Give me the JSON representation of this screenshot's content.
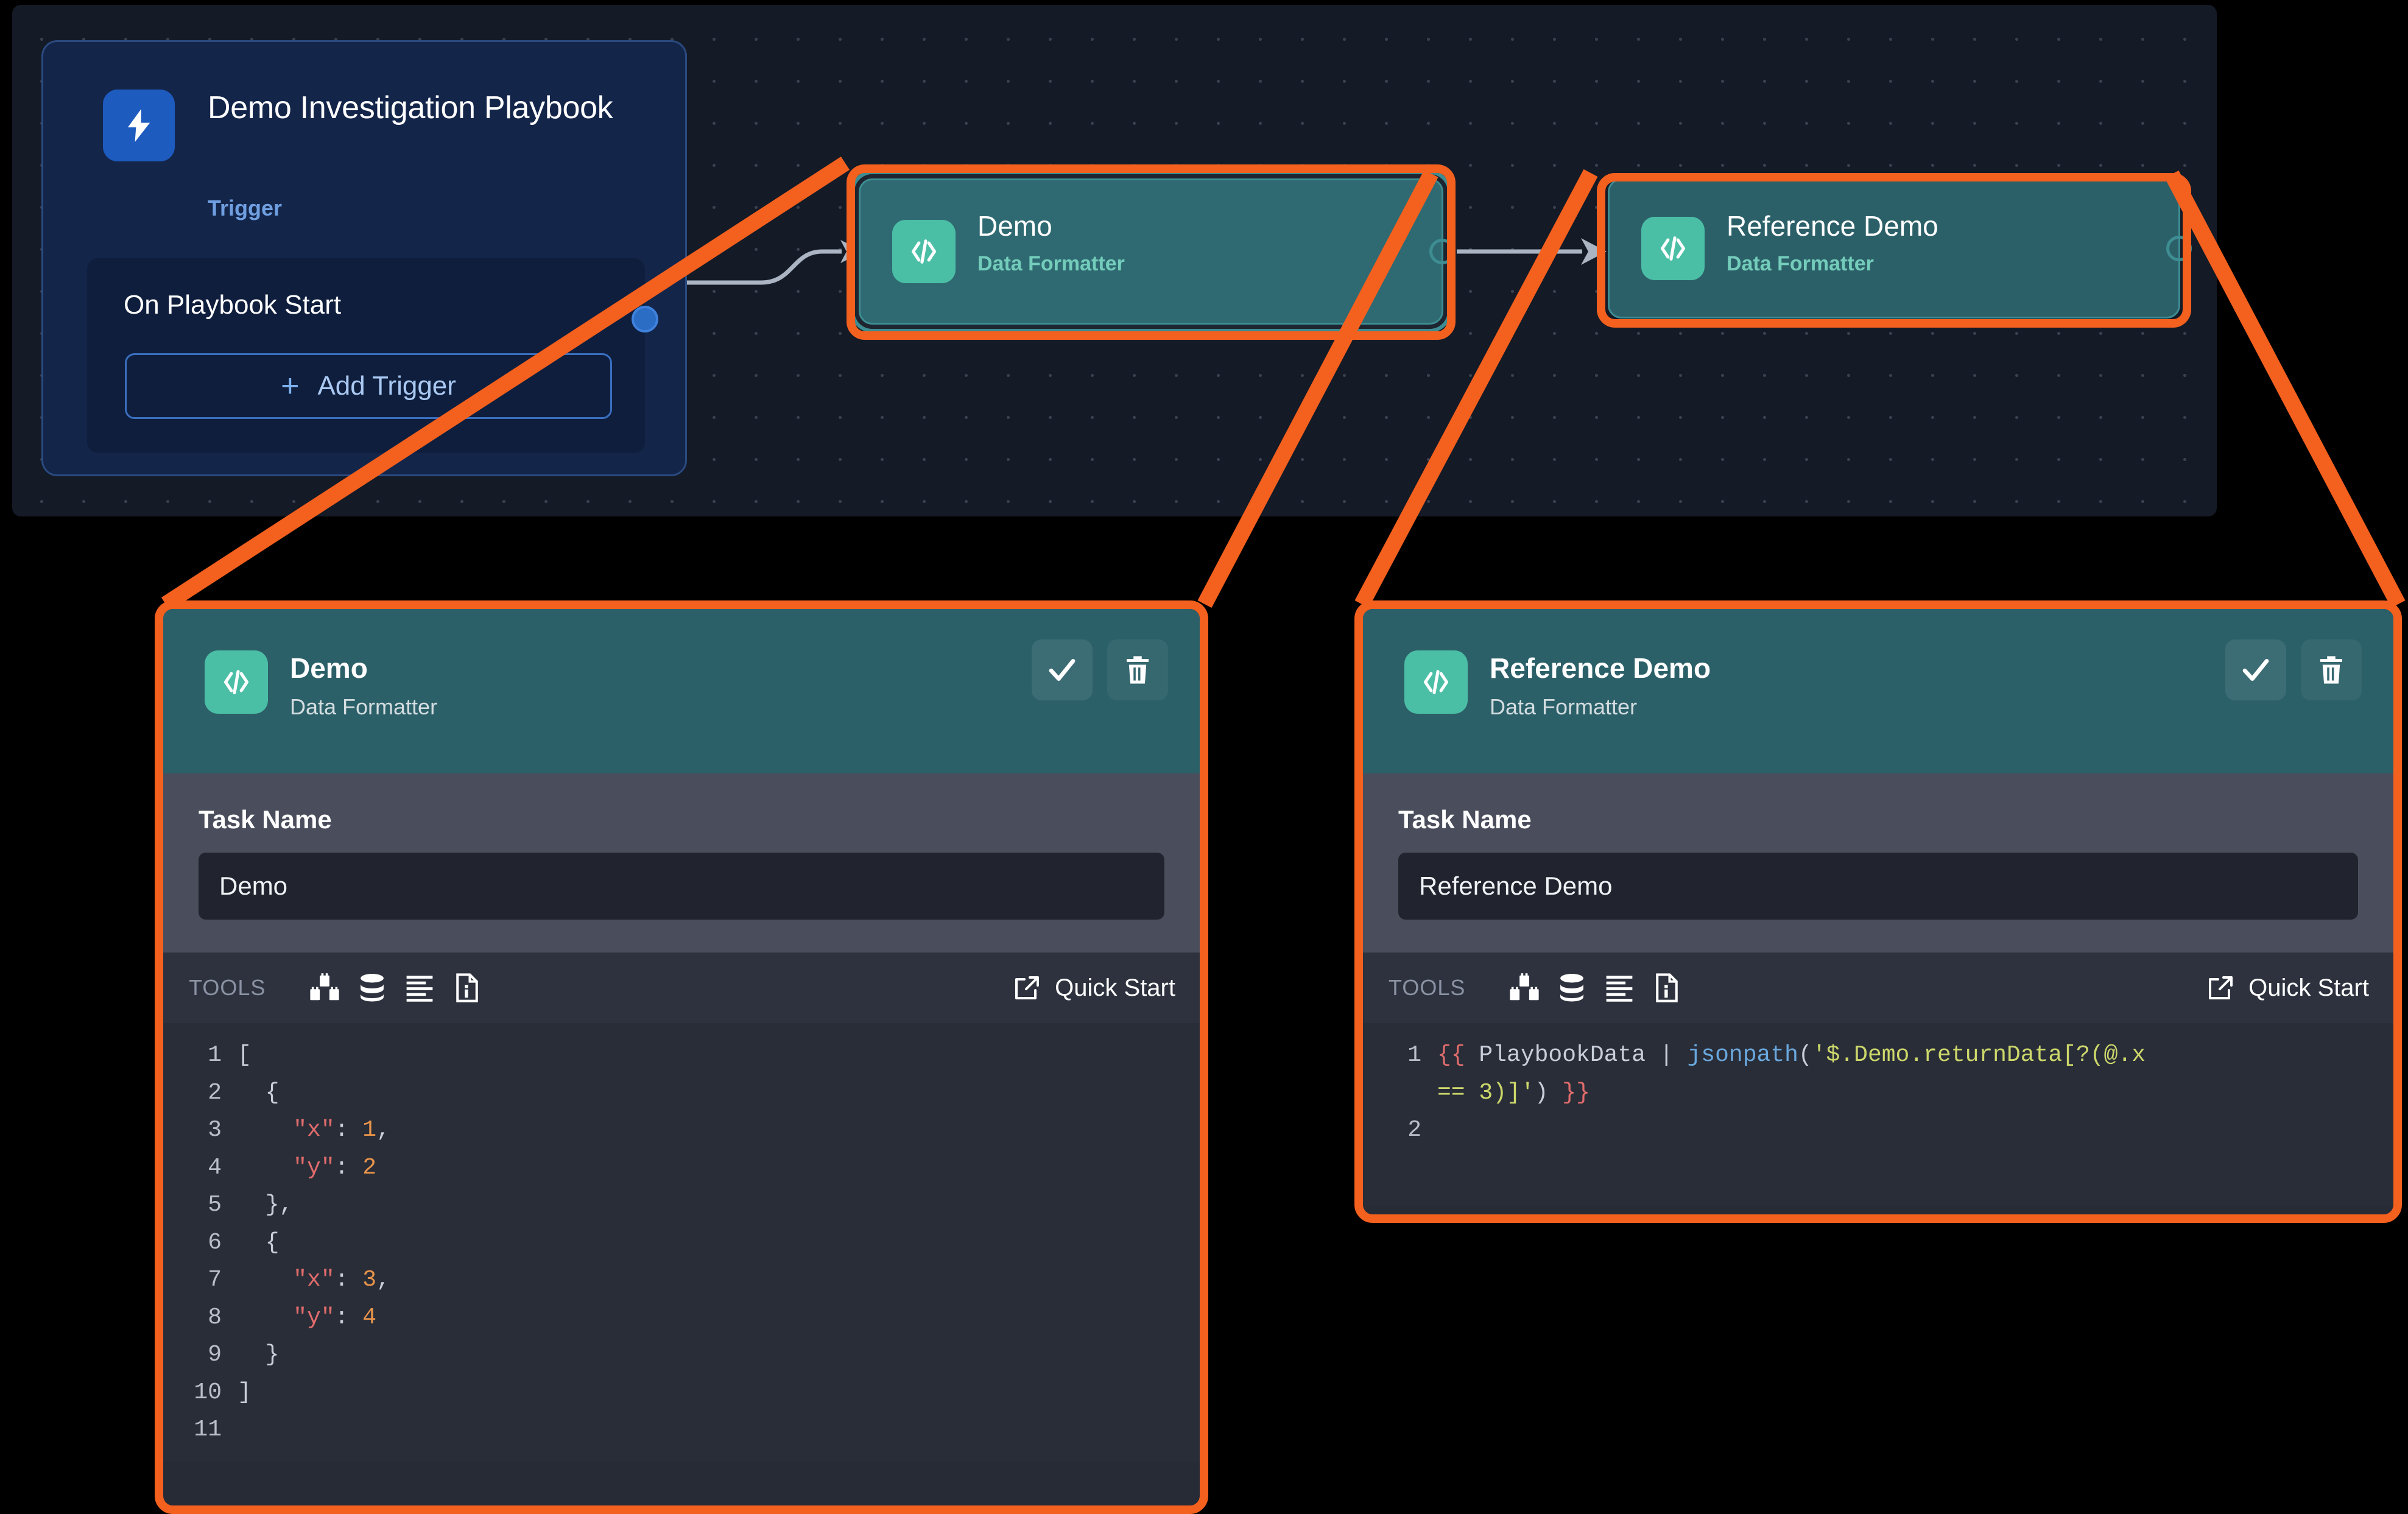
{
  "canvas": {
    "trigger_card": {
      "title": "Demo Investigation Playbook",
      "subtitle": "Trigger",
      "icon": "lightning-bolt-icon",
      "event_label": "On Playbook Start",
      "add_trigger_label": "Add Trigger",
      "add_trigger_plus": "+"
    },
    "nodes": [
      {
        "title": "Demo",
        "subtitle": "Data Formatter",
        "icon": "code-brackets-icon",
        "selected": true
      },
      {
        "title": "Reference Demo",
        "subtitle": "Data Formatter",
        "icon": "code-brackets-icon",
        "selected": false
      }
    ]
  },
  "panels": [
    {
      "header": {
        "title": "Demo",
        "subtitle": "Data Formatter",
        "icon": "code-brackets-icon",
        "save_icon": "checkmark-icon",
        "delete_icon": "trash-icon"
      },
      "form": {
        "label": "Task Name",
        "value": "Demo",
        "placeholder": "Task Name"
      },
      "tools": {
        "label": "TOOLS",
        "icons": [
          "blocks-icon",
          "database-icon",
          "align-left-icon",
          "document-info-icon"
        ],
        "quick_start_label": "Quick Start",
        "quick_start_icon": "external-link-icon"
      },
      "code": {
        "language": "json",
        "lines": [
          {
            "n": "1",
            "text": "["
          },
          {
            "n": "2",
            "text": "  {"
          },
          {
            "n": "3",
            "text": "    \"x\": 1,"
          },
          {
            "n": "4",
            "text": "    \"y\": 2"
          },
          {
            "n": "5",
            "text": "  },"
          },
          {
            "n": "6",
            "text": "  {"
          },
          {
            "n": "7",
            "text": "    \"x\": 3,"
          },
          {
            "n": "8",
            "text": "    \"y\": 4"
          },
          {
            "n": "9",
            "text": "  }"
          },
          {
            "n": "10",
            "text": "]"
          },
          {
            "n": "11",
            "text": ""
          }
        ]
      }
    },
    {
      "header": {
        "title": "Reference Demo",
        "subtitle": "Data Formatter",
        "icon": "code-brackets-icon",
        "save_icon": "checkmark-icon",
        "delete_icon": "trash-icon"
      },
      "form": {
        "label": "Task Name",
        "value": "Reference Demo",
        "placeholder": "Task Name"
      },
      "tools": {
        "label": "TOOLS",
        "icons": [
          "blocks-icon",
          "database-icon",
          "align-left-icon",
          "document-info-icon"
        ],
        "quick_start_label": "Quick Start",
        "quick_start_icon": "external-link-icon"
      },
      "code": {
        "language": "jinja",
        "line_numbers": [
          "1",
          "2"
        ],
        "expression_part1": "{{ PlaybookData | jsonpath('$.Demo.returnData[?(@.x",
        "expression_part2": "== 3)]') }}",
        "full_expression": "{{ PlaybookData | jsonpath('$.Demo.returnData[?(@.x == 3)]') }}",
        "tokens": {
          "open_brace": "{{",
          "variable": " PlaybookData ",
          "pipe": "|",
          "fn_name": " jsonpath",
          "open_paren": "(",
          "string": "'$.Demo.returnData[?(@.x",
          "string_cont": "== 3)]'",
          "close_paren": ")",
          "close_brace": "}}"
        }
      }
    }
  ],
  "colors": {
    "highlight": "#f4601e",
    "node_teal": "#2c6069",
    "badge_teal": "#4bbfa6",
    "trigger_blue": "#14254a",
    "canvas_bg": "#141a26",
    "panel_bg": "#262b36",
    "form_bg": "#4a4e5c",
    "code_bg": "#292d38"
  }
}
